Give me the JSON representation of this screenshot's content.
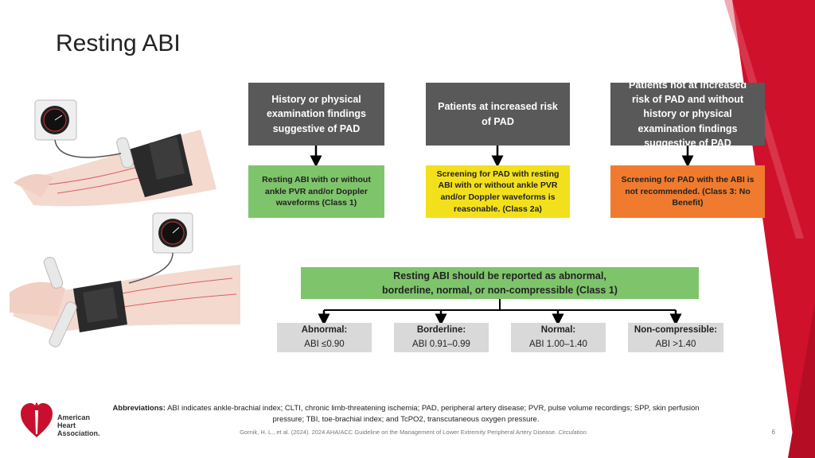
{
  "title": "Resting ABI",
  "boxes": {
    "history": "History or physical examination findings suggestive of PAD",
    "increased_risk": "Patients at increased risk of PAD",
    "not_increased": "Patients not at increased risk of PAD  and without history or physical examination findings suggestive of PAD",
    "rec_class1": "Resting ABI with or without ankle PVR and/or Doppler waveforms (Class 1)",
    "rec_class2a": "Screening for PAD with resting ABI with or without ankle PVR and/or Doppler waveforms is reasonable. (Class 2a)",
    "rec_class3": "Screening for PAD with the ABI is not recommended. (Class 3: No Benefit)",
    "report": "Resting ABI should be reported as abnormal, borderline, normal, or non-compressible (Class 1)"
  },
  "categories": [
    {
      "label": "Abnormal:",
      "value": "ABI ≤0.90"
    },
    {
      "label": "Borderline:",
      "value": "ABI 0.91–0.99"
    },
    {
      "label": "Normal:",
      "value": "ABI 1.00–1.40"
    },
    {
      "label": "Non-compressible:",
      "value": "ABI >1.40"
    }
  ],
  "footer": {
    "abbr_label": "Abbreviations:",
    "abbr_text": " ABI indicates ankle-brachial index; CLTI, chronic limb-threatening ischemia;  PAD, peripheral artery disease; PVR, pulse volume recordings; SPP, skin perfusion pressure; TBI, toe-brachial index; and TcPO2,  transcutaneous oxygen pressure.",
    "citation": "Gornik, H. L., et al. (2024). 2024 AHA/ACC Guideline on the Management of Lower Extremity Peripheral Artery Disease.",
    "journal": "Circulation",
    "citation_end": ".",
    "page": "6"
  },
  "logo": {
    "line1": "American",
    "line2": "Heart",
    "line3": "Association."
  },
  "colors": {
    "green": "#7ec46b",
    "yellow": "#f2e01c",
    "orange": "#f07b2e",
    "dark_gray": "#595959",
    "light_gray": "#d9d9d9",
    "brand_red": "#c8102e"
  }
}
